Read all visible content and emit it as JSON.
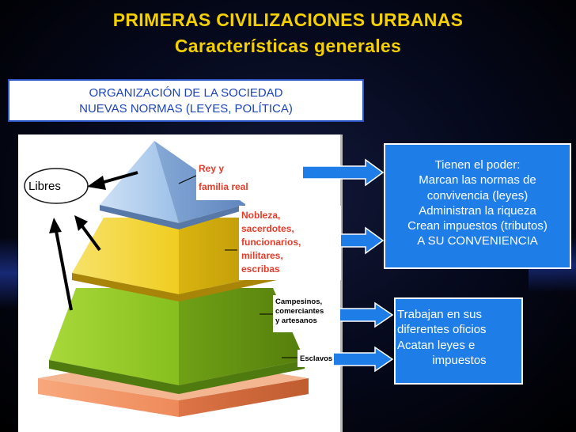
{
  "header": {
    "title": "PRIMERAS CIVILIZACIONES URBANAS",
    "subtitle": "Características generales"
  },
  "org_box": {
    "line1": "ORGANIZACIÓN DE LA SOCIEDAD",
    "line2": "NUEVAS NORMAS (LEYES, POLÍTICA)"
  },
  "libres": "Libres",
  "pyramid": {
    "levels": [
      {
        "lines": [
          "Rey y",
          "familia real"
        ],
        "color": "#a9c8ea"
      },
      {
        "lines": [
          "Nobleza,",
          "sacerdotes,",
          "funcionarios,",
          "militares,",
          "escribas"
        ],
        "color": "#f1d230"
      },
      {
        "lines": [
          "Campesinos,",
          "comerciantes",
          "y artesanos"
        ],
        "color": "#8dc322"
      },
      {
        "lines": [
          "Esclavos"
        ],
        "color": "#f08e63"
      }
    ]
  },
  "box_powers": {
    "lines": [
      "Tienen el poder:",
      "Marcan las normas de",
      "convivencia (leyes)",
      "Administran la riqueza",
      "Crean impuestos (tributos)",
      "A SU CONVENIENCIA"
    ]
  },
  "box_workers": {
    "lines": [
      "Trabajan en sus",
      "diferentes oficios",
      "Acatan leyes e",
      "impuestos"
    ]
  },
  "colors": {
    "title": "#f5d000",
    "box_blue": "#1f7de8",
    "label_red": "#e23c2a",
    "org_text": "#1c44b8"
  }
}
